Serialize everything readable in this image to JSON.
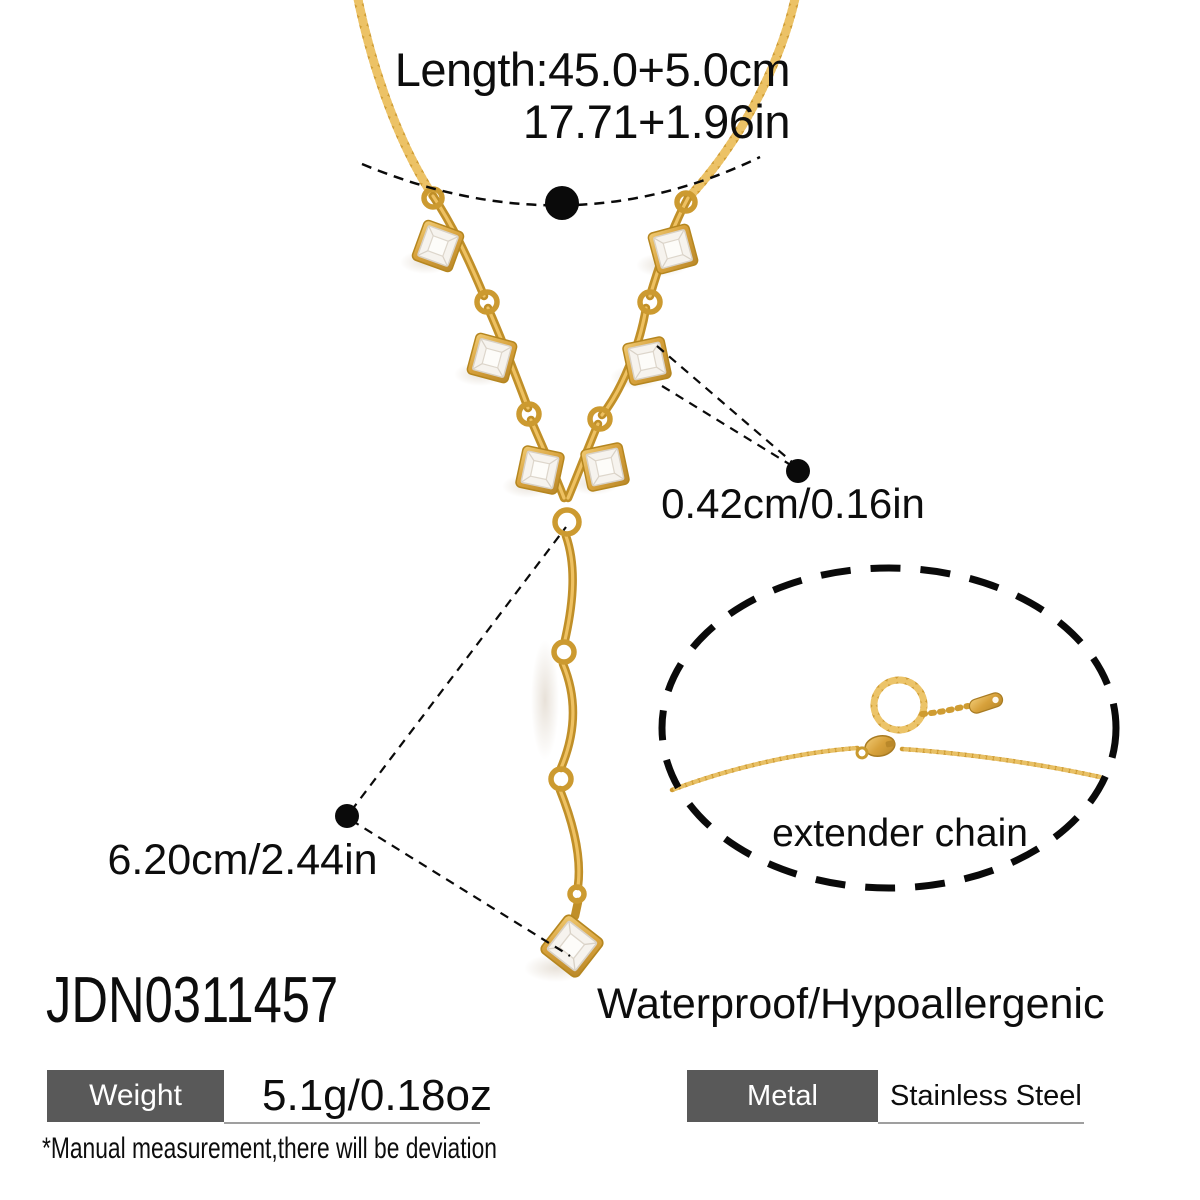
{
  "annotations": {
    "length_cm": "Length:45.0+5.0cm",
    "length_in": "17.71+1.96in",
    "stone_size": "0.42cm/0.16in",
    "drop_length": "6.20cm/2.44in",
    "extender_label": "extender chain"
  },
  "product": {
    "sku": "JDN0311457",
    "features": "Waterproof/Hypoallergenic",
    "footnote": "*Manual measurement,there will be deviation"
  },
  "specs": {
    "weight": {
      "label": "Weight",
      "value": "5.1g/0.18oz"
    },
    "metal": {
      "label": "Metal",
      "value": "Stainless Steel"
    }
  },
  "colors": {
    "gold": "#cf9c32",
    "gold_light": "#ecc266",
    "gold_dark": "#b9882a",
    "stone_white": "#f6f3ee",
    "spec_label_bg": "#595959",
    "spec_label_text": "#ffffff",
    "underline_gray": "#9f9f9f",
    "annotation_black": "#0a0a0a"
  }
}
